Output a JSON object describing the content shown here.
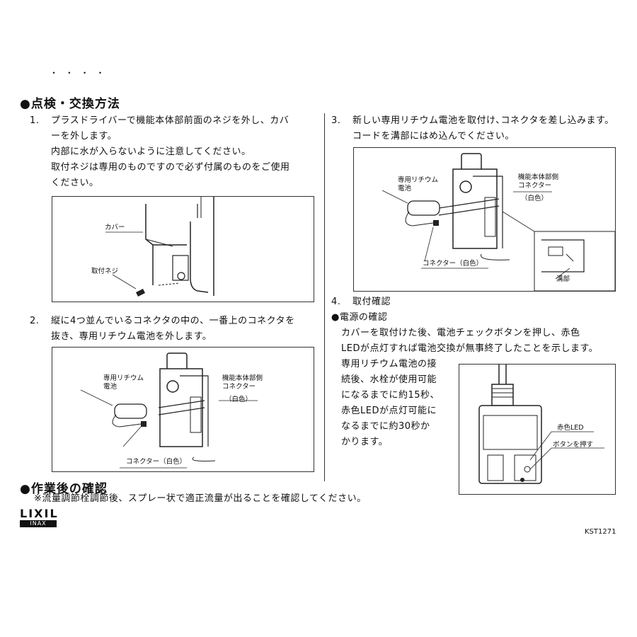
{
  "sections": {
    "inspection_title": "●点検・交換方法",
    "after_title": "●作業後の確認",
    "after_note": "※流量調節栓調節後、スプレー状で適正流量が出ることを確認してください。"
  },
  "steps": {
    "s1": {
      "num": "1.",
      "line1": "プラスドライバーで機能本体部前面のネジを外し、カバ",
      "line2": "ーを外します。",
      "line3": "内部に水が入らないように注意してください。",
      "line4": "取付ネジは専用のものですので必ず付属のものをご使用",
      "line5": "ください。"
    },
    "s2": {
      "num": "2.",
      "line1": "縦に4つ並んでいるコネクタの中の、一番上のコネクタを",
      "line2": "抜き、専用リチウム電池を外します。"
    },
    "s3": {
      "num": "3.",
      "line1": "新しい専用リチウム電池を取付け､コネクタを差し込みます。",
      "line2": "コードを溝部にはめ込んでください。"
    },
    "s4": {
      "num": "4.",
      "title": "取付確認",
      "sub": "●電源の確認",
      "line1": "カバーを取付けた後、電池チェックボタンを押し、赤色",
      "line2": "LEDが点灯すれば電池交換が無事終了したことを示します。",
      "p1": "専用リチウム電池の接",
      "p2": "続後、水栓が使用可能",
      "p3": "になるまでに約15秒、",
      "p4": "赤色LEDが点灯可能に",
      "p5": "なるまでに約30秒か",
      "p6": "かります。"
    }
  },
  "figures": {
    "fig1": {
      "cover": "カバー",
      "screw": "取付ネジ"
    },
    "fig2": {
      "battery1": "専用リチウム",
      "battery2": "電池",
      "unit1": "機能本体部側",
      "unit2": "コネクター",
      "white": "（白色）",
      "connector": "コネクター（白色）"
    },
    "fig3": {
      "battery1": "専用リチウム",
      "battery2": "電池",
      "unit1": "機能本体部側",
      "unit2": "コネクター",
      "white": "（白色）",
      "connector": "コネクター（白色）",
      "groove": "溝部"
    },
    "fig4": {
      "led": "赤色LED",
      "button": "ボタンを押す"
    }
  },
  "footer": {
    "logo": "LIXIL",
    "sublogo": "INAX",
    "code": "KST1271"
  }
}
